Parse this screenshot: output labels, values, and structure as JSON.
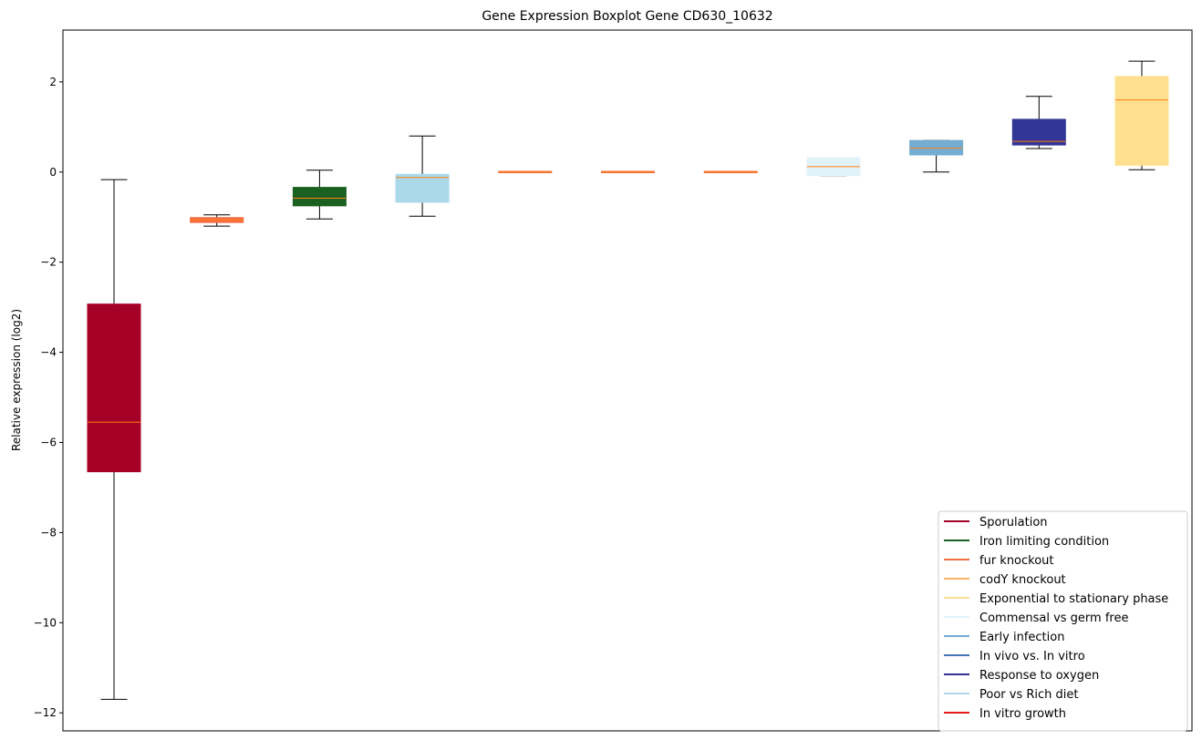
{
  "chart_data": {
    "type": "boxplot",
    "title": "Gene Expression Boxplot Gene CD630_10632",
    "xlabel": "",
    "ylabel": "Relative expression (log2)",
    "ylim": [
      -12.4,
      3.15
    ],
    "yticks": [
      -12,
      -10,
      -8,
      -6,
      -4,
      -2,
      0,
      2
    ],
    "ytick_labels": [
      "−12",
      "−10",
      "−8",
      "−6",
      "−4",
      "−2",
      "0",
      "2"
    ],
    "grid": false,
    "legend_position": "bottom-right",
    "median_color": "#ff7f0e",
    "boxes": [
      {
        "color": "#a50026",
        "whisker_low": -11.7,
        "q1": -6.65,
        "median": -5.55,
        "q3": -2.93,
        "whisker_high": -0.17
      },
      {
        "color": "#f46d43",
        "whisker_low": -1.2,
        "q1": -1.12,
        "median": -1.06,
        "q3": -1.01,
        "whisker_high": -0.95
      },
      {
        "color": "#1a6121",
        "whisker_low": -1.04,
        "q1": -0.75,
        "median": -0.58,
        "q3": -0.34,
        "whisker_high": 0.04
      },
      {
        "color": "#abd9e9",
        "whisker_low": -0.98,
        "q1": -0.67,
        "median": -0.12,
        "q3": -0.05,
        "whisker_high": 0.8
      },
      {
        "color": "#f46d43",
        "whisker_low": 0.0,
        "q1": 0.0,
        "median": 0.0,
        "q3": 0.0,
        "whisker_high": 0.0
      },
      {
        "color": "#f46d43",
        "whisker_low": 0.0,
        "q1": 0.0,
        "median": 0.0,
        "q3": 0.0,
        "whisker_high": 0.0
      },
      {
        "color": "#f46d43",
        "whisker_low": 0.0,
        "q1": 0.0,
        "median": 0.0,
        "q3": 0.0,
        "whisker_high": 0.0
      },
      {
        "color": "#e0f3f8",
        "whisker_low": -0.08,
        "q1": -0.08,
        "median": 0.12,
        "q3": 0.32,
        "whisker_high": 0.32
      },
      {
        "color": "#74add1",
        "whisker_low": 0.0,
        "q1": 0.38,
        "median": 0.53,
        "q3": 0.7,
        "whisker_high": 0.7
      },
      {
        "color": "#313695",
        "whisker_low": 0.52,
        "q1": 0.6,
        "median": 0.68,
        "q3": 1.17,
        "whisker_high": 1.68
      },
      {
        "color": "#fee090",
        "whisker_low": 0.05,
        "q1": 0.15,
        "median": 1.6,
        "q3": 2.12,
        "whisker_high": 2.46
      }
    ],
    "legend": [
      {
        "label": "Sporulation",
        "color": "#a50026"
      },
      {
        "label": "Iron limiting condition",
        "color": "#1a6121"
      },
      {
        "label": "fur knockout",
        "color": "#f46d43"
      },
      {
        "label": "codY knockout",
        "color": "#fdae61"
      },
      {
        "label": "Exponential to stationary phase",
        "color": "#fee090"
      },
      {
        "label": "Commensal vs germ free",
        "color": "#e0f3f8"
      },
      {
        "label": "Early infection",
        "color": "#74add1"
      },
      {
        "label": "In vivo vs. In vitro",
        "color": "#4575b4"
      },
      {
        "label": "Response to oxygen",
        "color": "#313695"
      },
      {
        "label": "Poor vs Rich diet",
        "color": "#abd9e9"
      },
      {
        "label": "In vitro growth",
        "color": "#e41a1c"
      }
    ]
  }
}
